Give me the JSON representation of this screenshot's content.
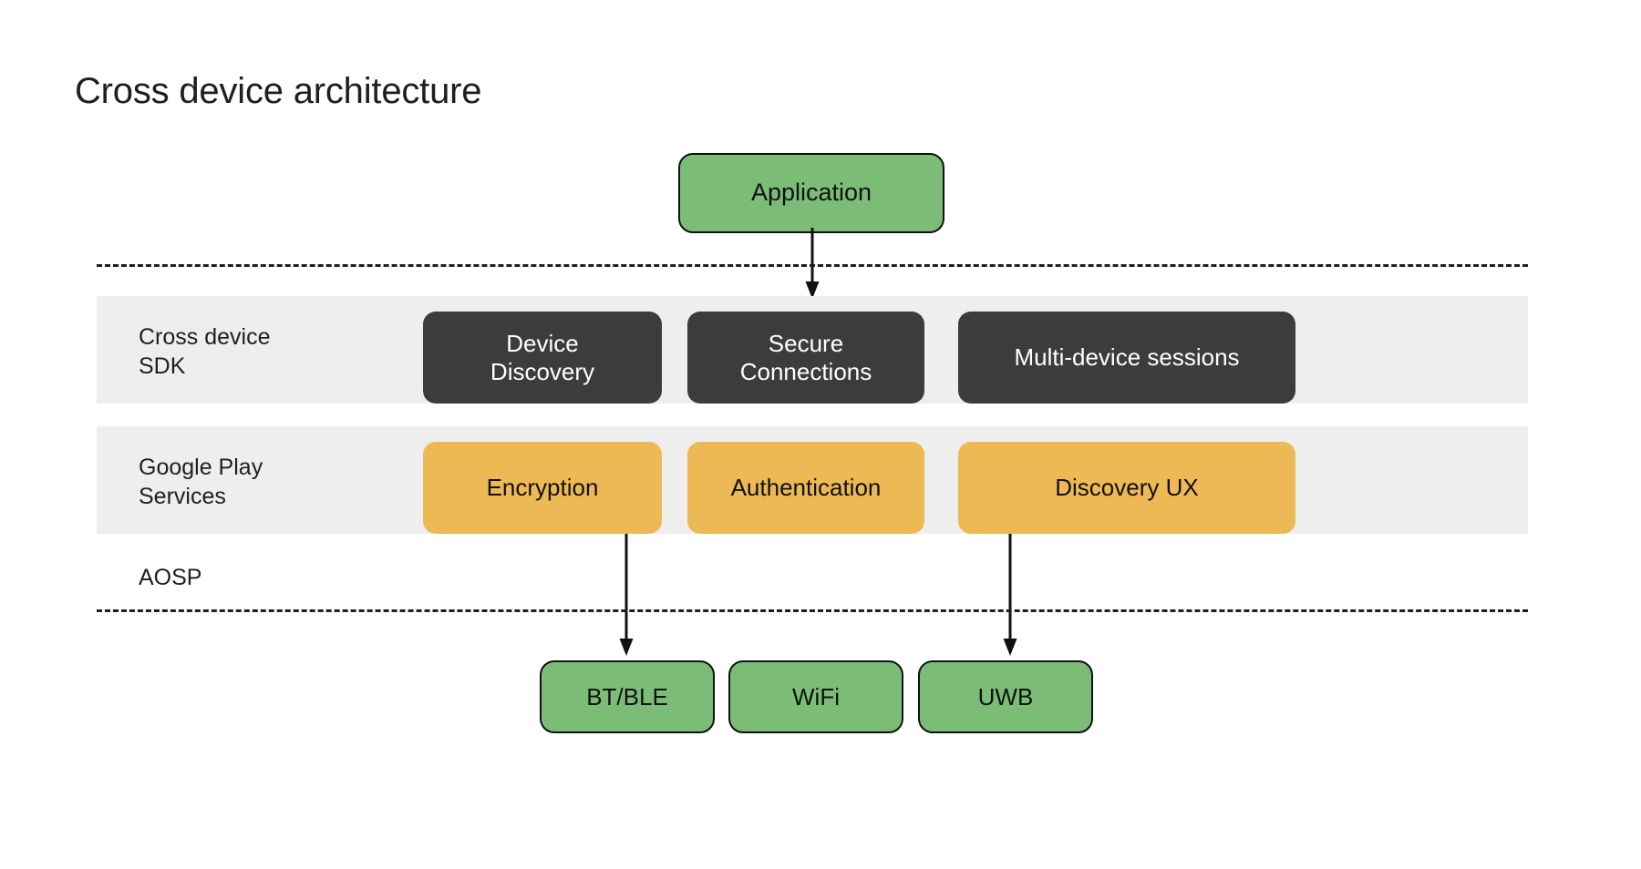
{
  "title": "Cross device architecture",
  "colors": {
    "green": "#7BBD76",
    "dark": "#3C3C3C",
    "amber": "#EDB954",
    "band": "#EEEEEE",
    "line": "#1F1F1F",
    "background": "#FFFFFF"
  },
  "application": {
    "label": "Application"
  },
  "layers": [
    {
      "name": "cross-device-sdk",
      "label": "Cross device\nSDK",
      "style": "dark",
      "nodes": [
        {
          "label": "Device\nDiscovery"
        },
        {
          "label": "Secure\nConnections"
        },
        {
          "label": "Multi-device sessions"
        }
      ]
    },
    {
      "name": "google-play-services",
      "label": "Google Play\nServices",
      "style": "amber",
      "nodes": [
        {
          "label": "Encryption"
        },
        {
          "label": "Authentication"
        },
        {
          "label": "Discovery UX"
        }
      ]
    }
  ],
  "aosp": {
    "label": "AOSP"
  },
  "transports": [
    {
      "label": "BT/BLE"
    },
    {
      "label": "WiFi"
    },
    {
      "label": "UWB"
    }
  ],
  "connectors": [
    {
      "name": "application-to-sdk",
      "from": "Application",
      "to": "Secure Connections"
    },
    {
      "name": "encryption-to-btble",
      "from": "Encryption",
      "to": "BT/BLE"
    },
    {
      "name": "discovery-ux-to-uwb",
      "from": "Discovery UX",
      "to": "UWB"
    }
  ],
  "dividers": [
    {
      "name": "divider-above-sdk",
      "style": "dashed"
    },
    {
      "name": "divider-below-aosp",
      "style": "dashed"
    }
  ]
}
